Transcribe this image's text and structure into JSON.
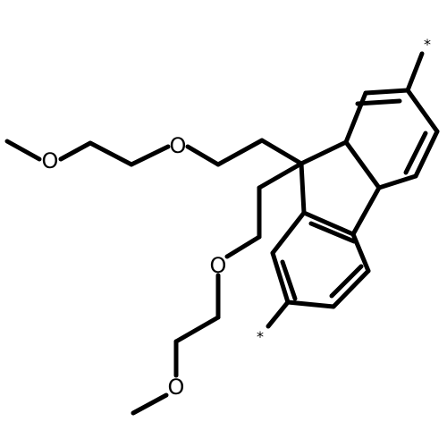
{
  "structure": {
    "atoms": {
      "oxygen_top_left": "O",
      "oxygen_top_mid": "O",
      "oxygen_mid": "O",
      "oxygen_bottom": "O",
      "star_top": "*",
      "star_bottom": "*"
    },
    "colors": {
      "bond": "#000000",
      "background": "#ffffff"
    }
  }
}
